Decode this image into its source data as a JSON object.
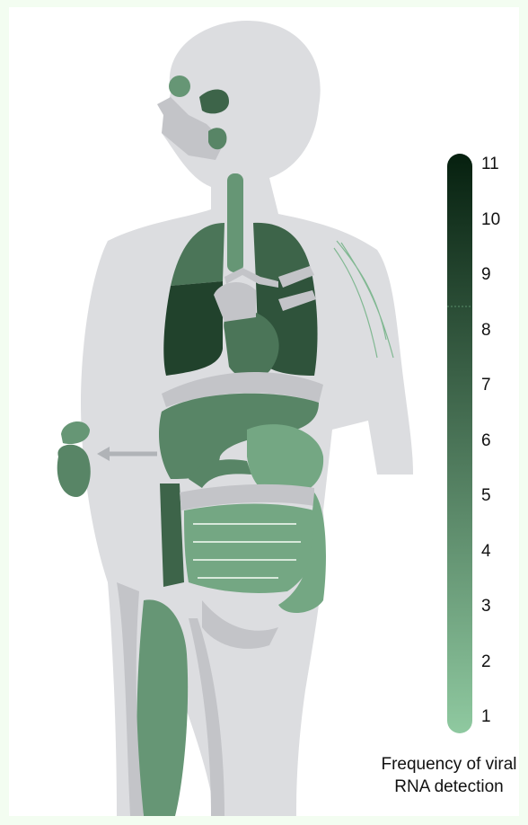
{
  "legend": {
    "title_line1": "Frequency of viral",
    "title_line2": "RNA detection",
    "ticks": [
      "1",
      "2",
      "3",
      "4",
      "5",
      "6",
      "7",
      "8",
      "9",
      "10",
      "11"
    ],
    "min": 1,
    "max": 11,
    "color_low": "#8fc9a0",
    "color_high": "#06200f"
  },
  "colors": {
    "body": "#dcdde0",
    "tissue_gray": "#c3c4c8",
    "background": "#f3fdf1"
  },
  "organs": [
    {
      "name": "brain-olfactory",
      "frequency": 4
    },
    {
      "name": "nasopharynx",
      "frequency": 7
    },
    {
      "name": "oropharynx",
      "frequency": 5
    },
    {
      "name": "trachea",
      "frequency": 4
    },
    {
      "name": "lung-left-upper",
      "frequency": 6
    },
    {
      "name": "lung-left-lower",
      "frequency": 9
    },
    {
      "name": "lung-right-upper",
      "frequency": 7
    },
    {
      "name": "lung-right-lower",
      "frequency": 8
    },
    {
      "name": "heart",
      "frequency": 6
    },
    {
      "name": "liver",
      "frequency": 5
    },
    {
      "name": "stomach",
      "frequency": 3
    },
    {
      "name": "spleen",
      "frequency": 4
    },
    {
      "name": "kidney",
      "frequency": 5
    },
    {
      "name": "adrenal",
      "frequency": 5
    },
    {
      "name": "pancreas",
      "frequency": 5
    },
    {
      "name": "ascending-colon",
      "frequency": 7
    },
    {
      "name": "small-intestine",
      "frequency": 3
    },
    {
      "name": "transverse-colon",
      "frequency": 3
    },
    {
      "name": "skeletal-muscle",
      "frequency": 4
    },
    {
      "name": "peripheral-nerve",
      "frequency": 2
    }
  ]
}
